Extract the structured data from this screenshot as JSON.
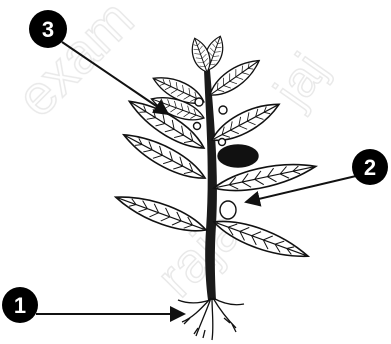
{
  "diagram": {
    "callouts": [
      {
        "id": "1",
        "label": "1",
        "points_to": "roots"
      },
      {
        "id": "2",
        "label": "2",
        "points_to": "fruit"
      },
      {
        "id": "3",
        "label": "3",
        "points_to": "leaf"
      }
    ],
    "watermark": "examrajaj",
    "colors": {
      "ink": "#111111",
      "background": "#ffffff",
      "badge": "#000000"
    }
  }
}
